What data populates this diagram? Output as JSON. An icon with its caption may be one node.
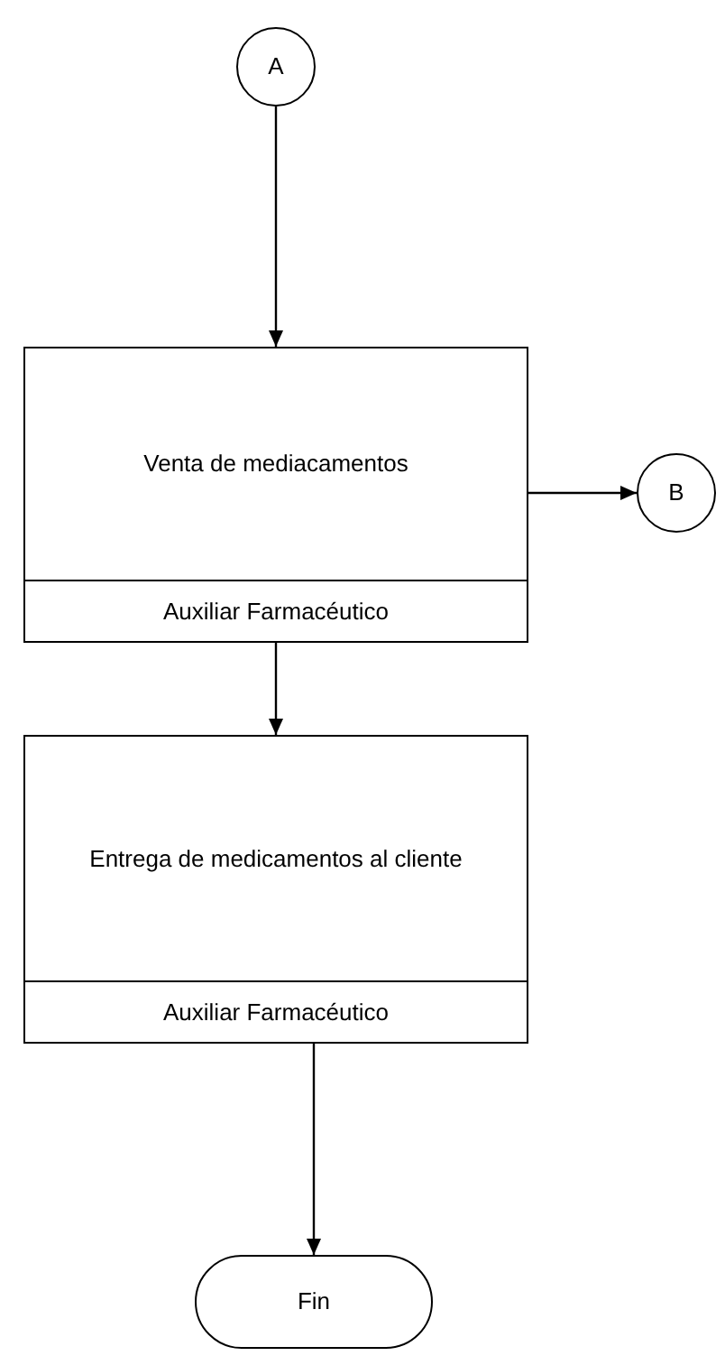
{
  "diagram": {
    "nodes": [
      {
        "text": [
          "A"
        ]
      },
      {
        "text": [
          "Venta de mediacamentos",
          "Auxiliar Farmacéutico"
        ]
      },
      {
        "text": [
          "B"
        ]
      },
      {
        "text": [
          "Entrega de medicamentos al cliente",
          "Auxiliar Farmacéutico"
        ]
      },
      {
        "text": [
          "Fin"
        ]
      }
    ],
    "edges": [
      {
        "from": 0,
        "to": 1,
        "arrow": "to"
      },
      {
        "from": 1,
        "to": 2,
        "arrow": "to"
      },
      {
        "from": 1,
        "to": 3,
        "arrow": "to"
      },
      {
        "from": 3,
        "to": 4,
        "arrow": "to"
      }
    ]
  }
}
